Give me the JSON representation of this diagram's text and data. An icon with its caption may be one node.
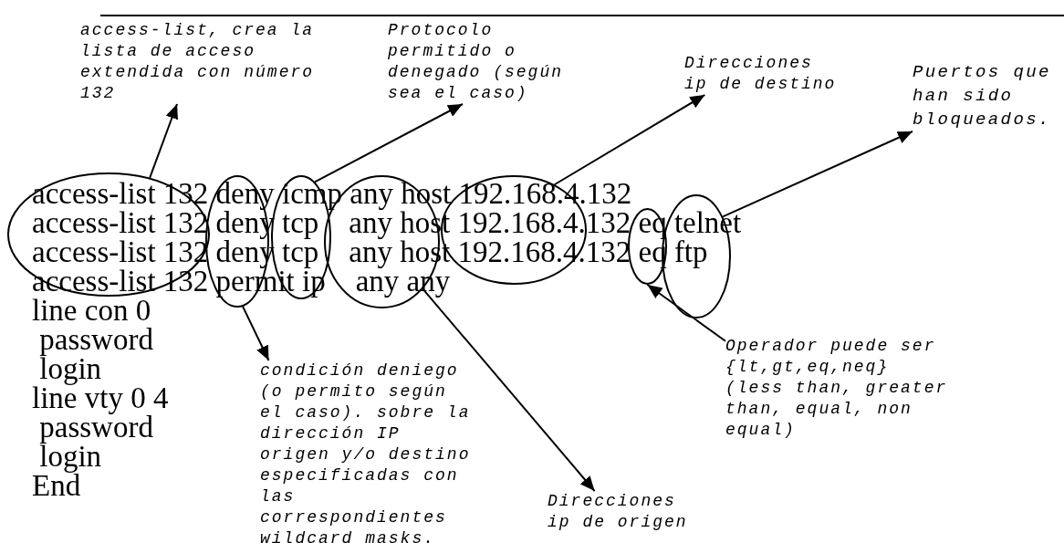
{
  "diagram": {
    "nodes": [
      {
        "text": [
          "access-list, crea la lista de acceso extendida con número 132"
        ]
      },
      {
        "text": [
          "Protocolo permitido o denegado (según sea el caso)"
        ]
      },
      {
        "text": [
          "Direcciones ip de destino"
        ]
      },
      {
        "text": [
          "Puertos que han sido bloqueados."
        ]
      },
      {
        "text": [],
        "shape": "ellipse"
      },
      {
        "text": [],
        "shape": "ellipse"
      },
      {
        "text": [],
        "shape": "ellipse"
      },
      {
        "text": [],
        "shape": "ellipse"
      },
      {
        "text": [],
        "shape": "ellipse"
      },
      {
        "text": [],
        "shape": "ellipse"
      },
      {
        "text": [],
        "shape": "ellipse"
      },
      {
        "text": [
          "condición deniego (o permito según el caso). sobre la dirección IP origen y/o destino especificadas con las correspondientes wildcard masks."
        ]
      },
      {
        "text": [
          "Operador puede ser {lt,gt,eq,neq} (less than, greater than, equal, non equal)"
        ]
      },
      {
        "text": [
          "Direcciones ip de origen"
        ]
      }
    ],
    "edges": [
      {
        "from": 4,
        "to": 0,
        "arrow": "to"
      },
      {
        "from": 6,
        "to": 1,
        "arrow": "to"
      },
      {
        "from": 8,
        "to": 2,
        "arrow": "to"
      },
      {
        "from": 10,
        "to": 3,
        "arrow": "to"
      },
      {
        "from": 5,
        "to": 11,
        "arrow": "to"
      },
      {
        "from": 7,
        "to": 13,
        "arrow": "to"
      },
      {
        "from": 12,
        "to": 9,
        "arrow": "to"
      }
    ],
    "labels": [
      "access-list 132 deny icmp any host 192.168.4.132",
      "access-list 132 deny tcp    any host 192.168.4.132 eq telnet",
      "access-list 132 deny tcp    any host 192.168.4.132 eq ftp",
      "access-list 132 permit ip    any any",
      "line con 0",
      " password",
      " login",
      "line vty 0 4",
      " password",
      " login",
      "End"
    ]
  }
}
